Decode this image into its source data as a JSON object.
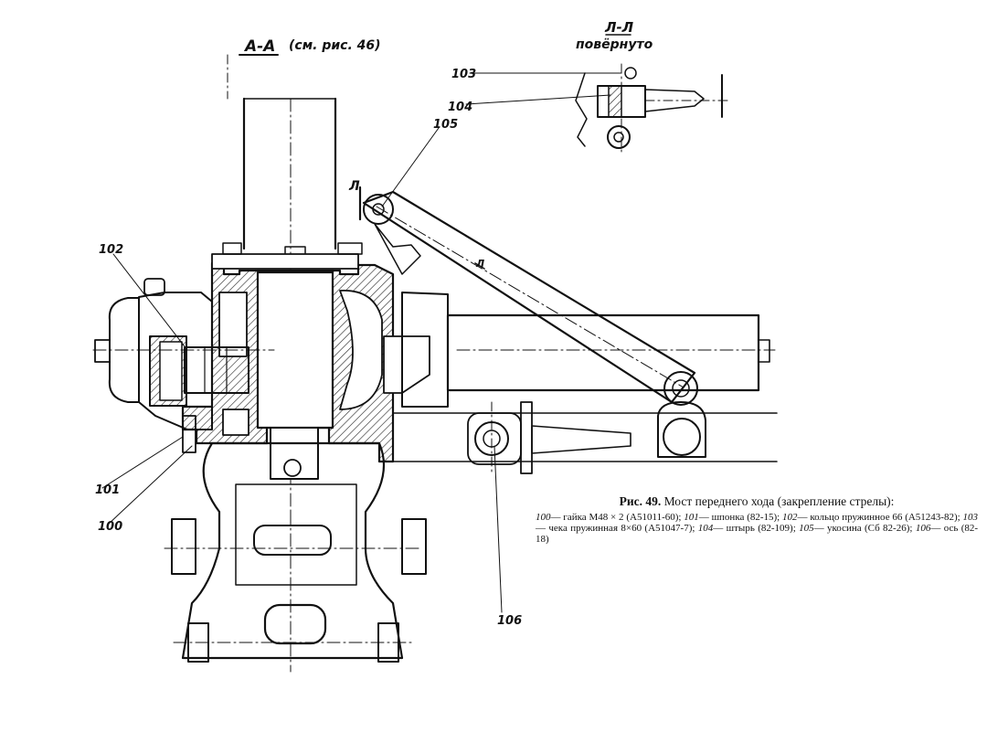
{
  "section_labels": {
    "aa": "А-А",
    "aa_ref": "(см. рис. 46)",
    "ll": "Л-Л",
    "ll_rotated": "повёрнуто",
    "l_mark": "Л",
    "l_arrow": "Л"
  },
  "callouts": {
    "c100": "100",
    "c101": "101",
    "c102": "102",
    "c103": "103",
    "c104": "104",
    "c105": "105",
    "c106": "106"
  },
  "caption": {
    "fig_prefix": "Рис. 49.",
    "fig_title": "Мост переднего хода (закрепление стрелы):",
    "items": [
      {
        "num": "100",
        "text": "— гайка M48 × 2 (A51011-60);"
      },
      {
        "num": "101",
        "text": "— шпонка (82-15);"
      },
      {
        "num": "102",
        "text": "— кольцо пружинное 66 (A51243-82);"
      },
      {
        "num": "103",
        "text": "— чека пружинная 8×60 (A51047-7);"
      },
      {
        "num": "104",
        "text": "— штырь (82-109);"
      },
      {
        "num": "105",
        "text": "— укосина (Сб 82-26);"
      },
      {
        "num": "106",
        "text": "— ось (82-18)"
      }
    ]
  }
}
